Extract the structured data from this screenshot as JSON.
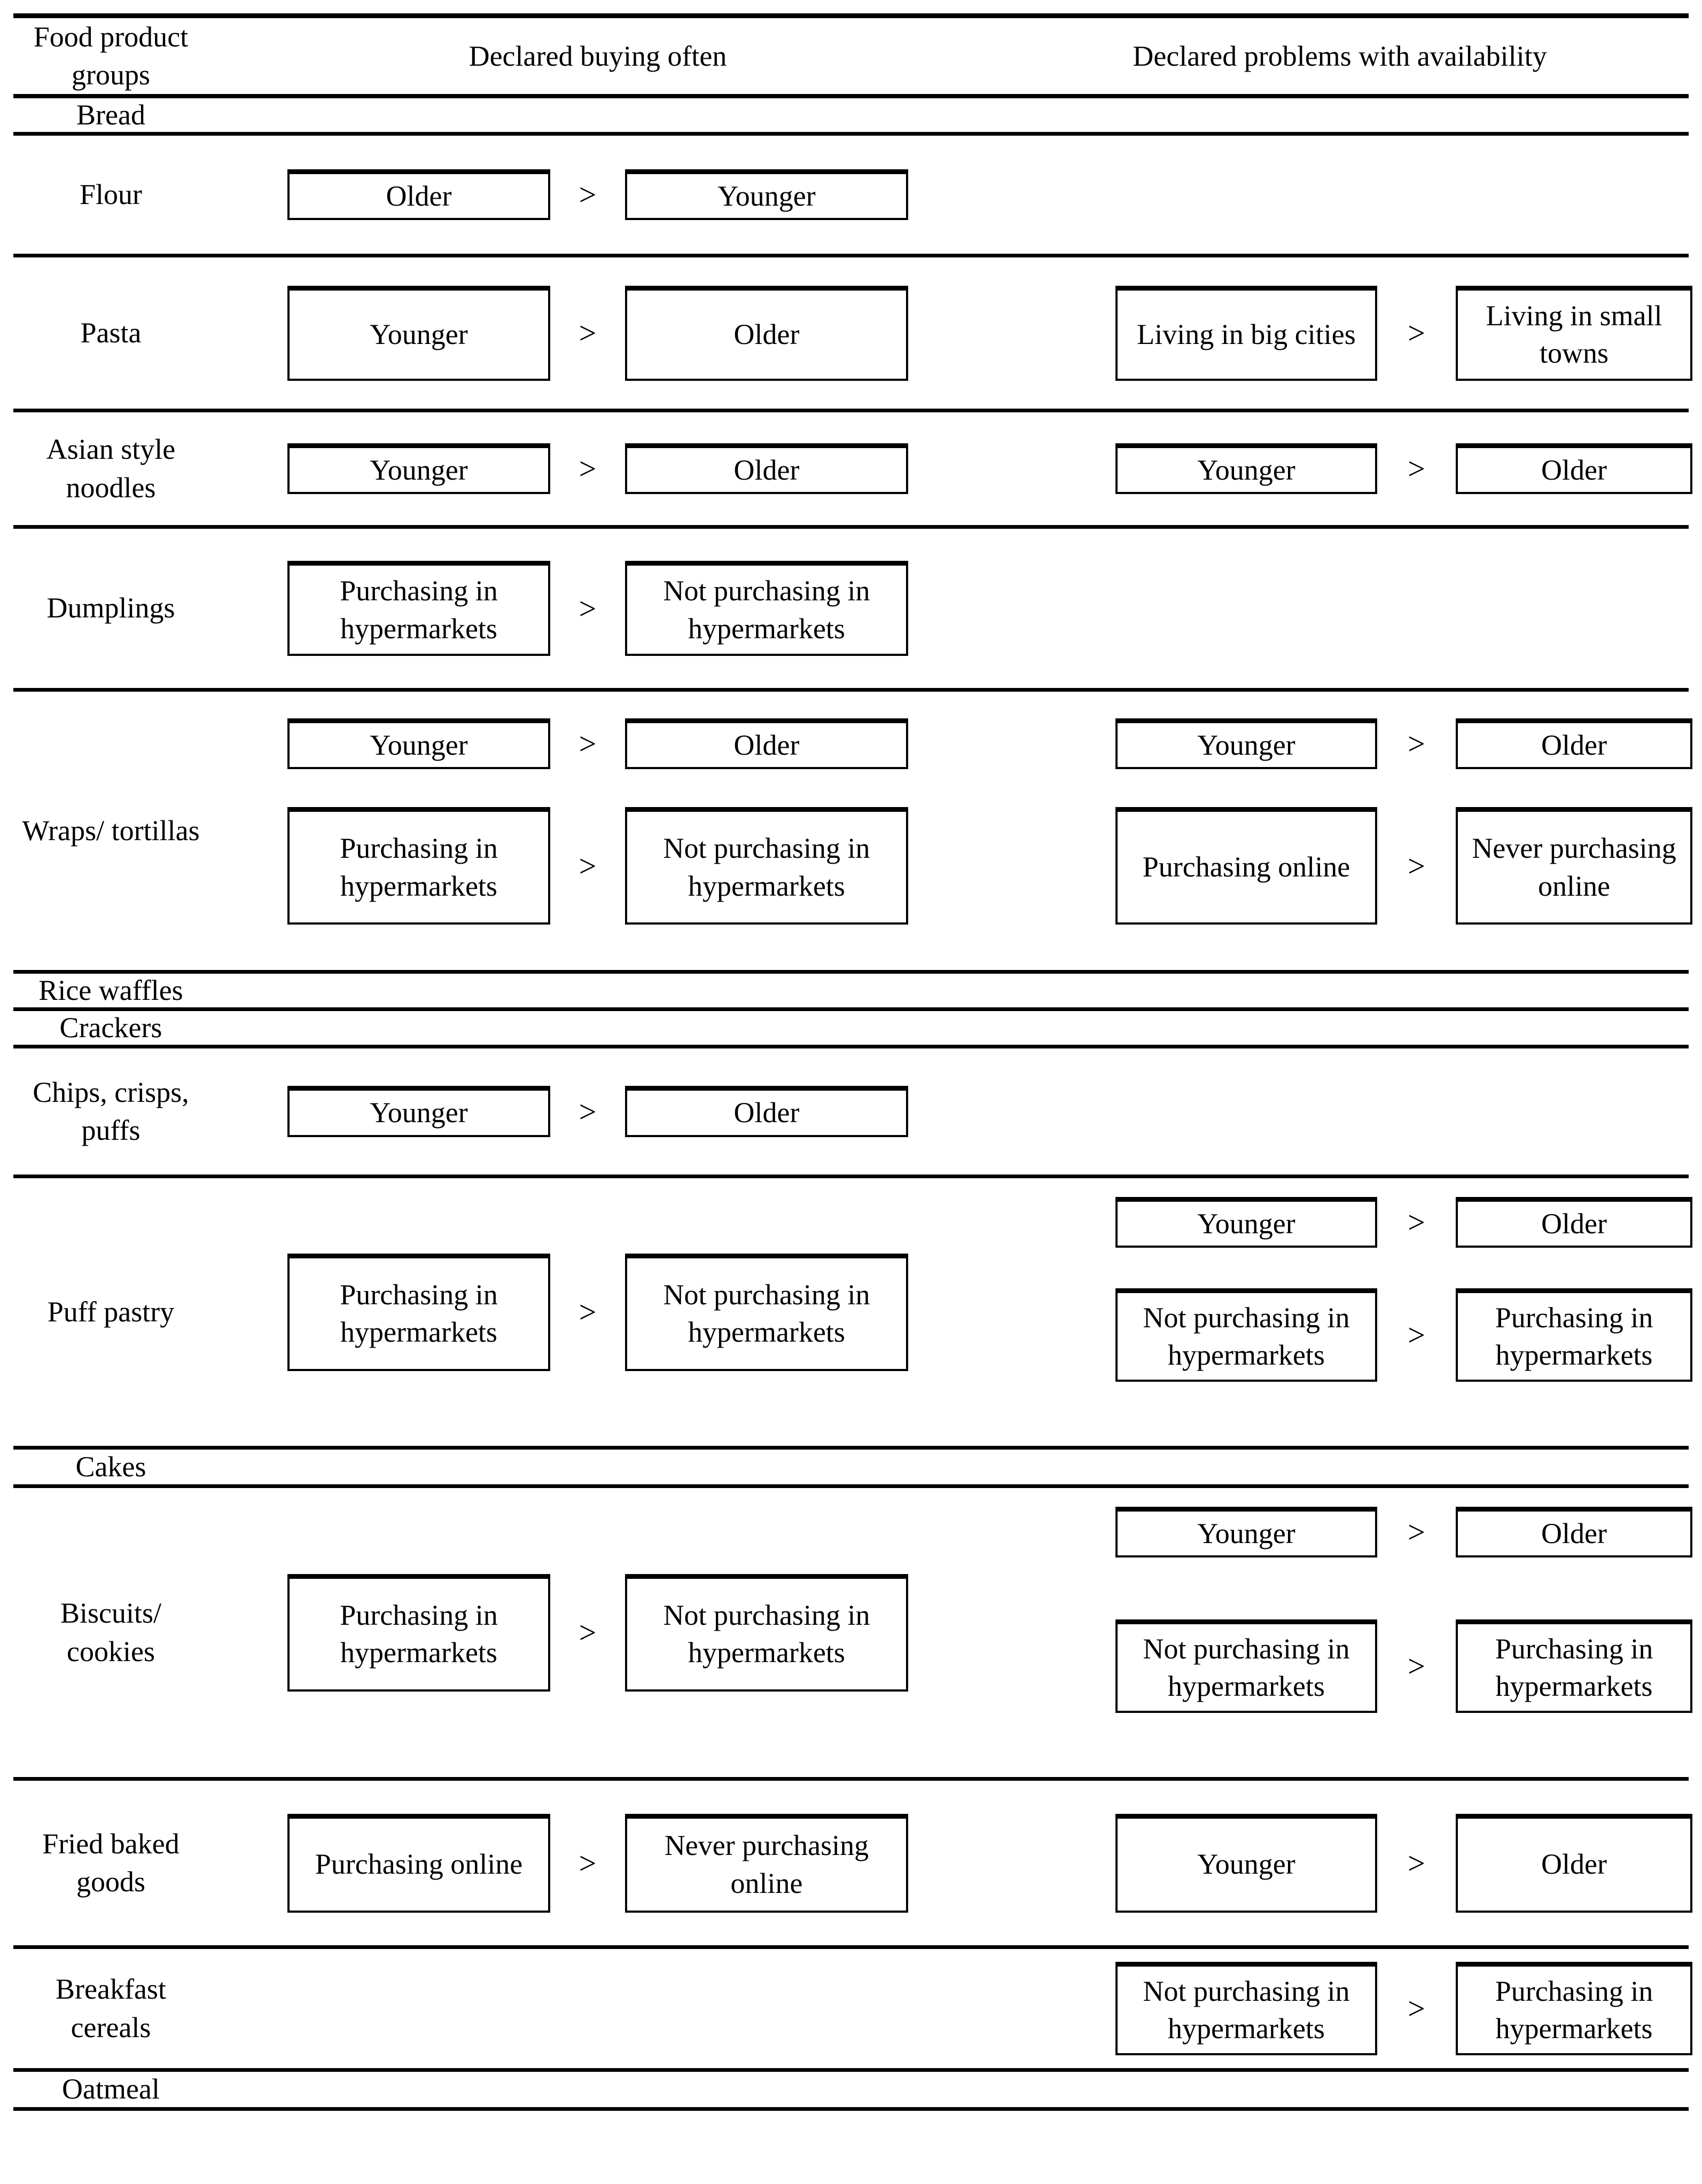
{
  "gt": ">",
  "header": {
    "col1": "Food product groups",
    "col2": "Declared buying often",
    "col3": "Declared problems with availability"
  },
  "rows": [
    {
      "label": "Bread"
    },
    {
      "label": "Flour",
      "buying": [
        {
          "left": "Older",
          "right": "Younger"
        }
      ]
    },
    {
      "label": "Pasta",
      "buying": [
        {
          "left": "Younger",
          "right": "Older"
        }
      ],
      "availability": [
        {
          "left": "Living in big cities",
          "right": "Living in small towns"
        }
      ]
    },
    {
      "label": "Asian style noodles",
      "buying": [
        {
          "left": "Younger",
          "right": "Older"
        }
      ],
      "availability": [
        {
          "left": "Younger",
          "right": "Older"
        }
      ]
    },
    {
      "label": "Dumplings",
      "buying": [
        {
          "left": "Purchasing in hypermarkets",
          "right": "Not purchasing in hypermarkets"
        }
      ]
    },
    {
      "label": "Wraps/ tortillas",
      "buying": [
        {
          "left": "Younger",
          "right": "Older"
        },
        {
          "left": "Purchasing in hypermarkets",
          "right": "Not purchasing in hypermarkets"
        }
      ],
      "availability": [
        {
          "left": "Younger",
          "right": "Older"
        },
        {
          "left": "Purchasing online",
          "right": "Never purchasing online"
        }
      ]
    },
    {
      "label": "Rice waffles"
    },
    {
      "label": "Crackers"
    },
    {
      "label": "Chips, crisps, puffs",
      "buying": [
        {
          "left": "Younger",
          "right": "Older"
        }
      ]
    },
    {
      "label": "Puff pastry",
      "buying": [
        {
          "left": "Purchasing in hypermarkets",
          "right": "Not purchasing in hypermarkets"
        }
      ],
      "availability": [
        {
          "left": "Younger",
          "right": "Older"
        },
        {
          "left": "Not purchasing in hypermarkets",
          "right": "Purchasing in hypermarkets"
        }
      ]
    },
    {
      "label": "Cakes"
    },
    {
      "label": "Biscuits/ cookies",
      "buying": [
        {
          "left": "Purchasing in hypermarkets",
          "right": "Not purchasing in hypermarkets"
        }
      ],
      "availability": [
        {
          "left": "Younger",
          "right": "Older"
        },
        {
          "left": "Not purchasing in hypermarkets",
          "right": "Purchasing in hypermarkets"
        }
      ]
    },
    {
      "label": "Fried baked goods",
      "buying": [
        {
          "left": "Purchasing online",
          "right": "Never purchasing online"
        }
      ],
      "availability": [
        {
          "left": "Younger",
          "right": "Older"
        }
      ]
    },
    {
      "label": "Breakfast cereals",
      "availability": [
        {
          "left": "Not purchasing in hypermarkets",
          "right": "Purchasing in hypermarkets"
        }
      ]
    },
    {
      "label": "Oatmeal"
    }
  ]
}
